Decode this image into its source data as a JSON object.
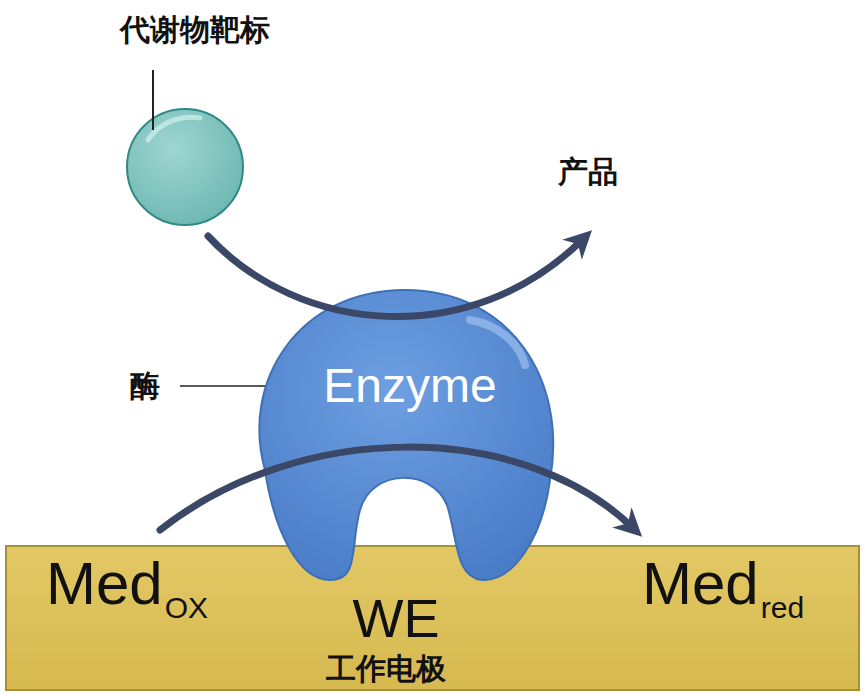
{
  "diagram": {
    "nodes": [
      {
        "text": [
          "Enzyme"
        ]
      },
      {
        "text": [
          "Med",
          "OX",
          "WE",
          "工作电极",
          "Med",
          "red"
        ]
      }
    ],
    "labels": [
      "代谢物靶标",
      "产品",
      "酶"
    ]
  }
}
